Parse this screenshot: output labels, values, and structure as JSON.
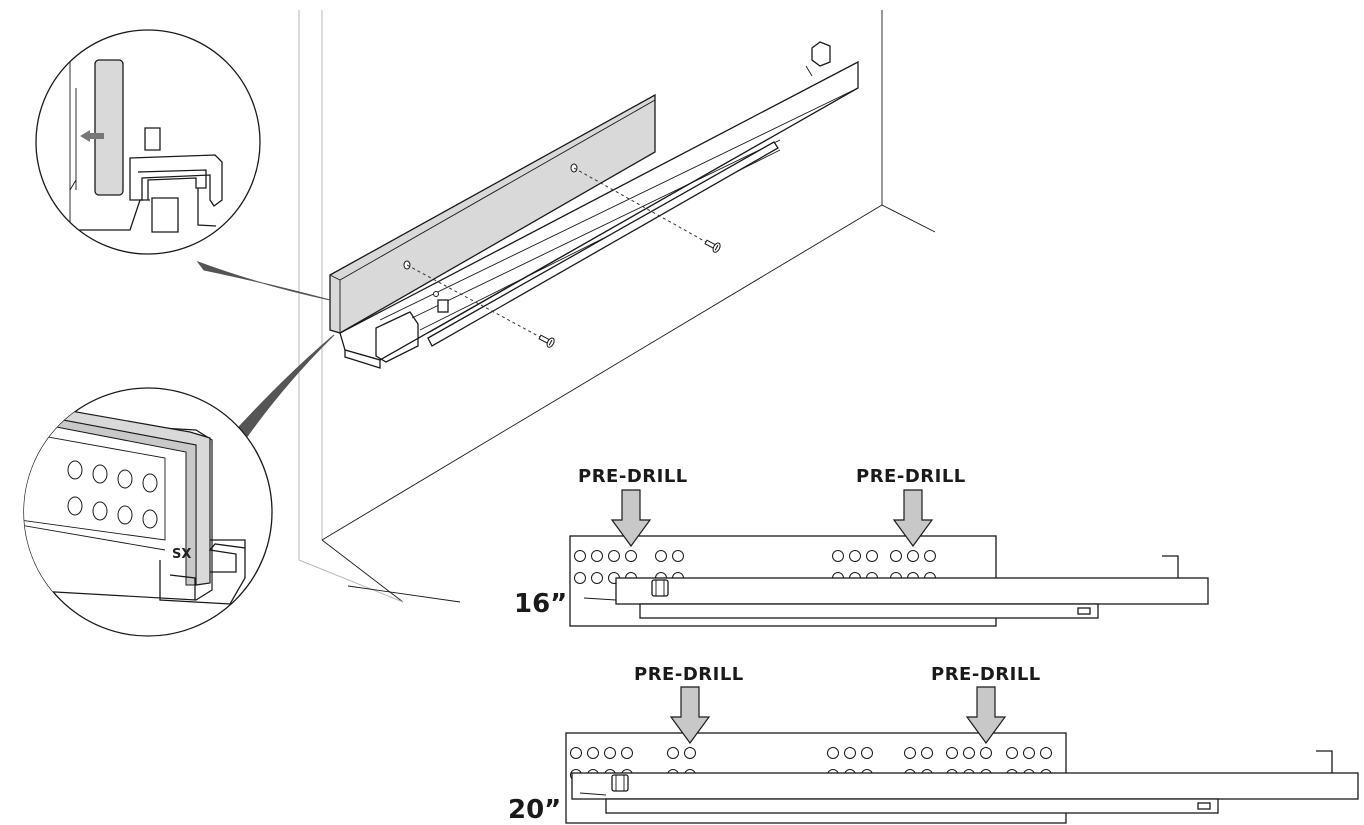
{
  "labels": {
    "pre_drill_16_left": "PRE-DRILL",
    "pre_drill_16_right": "PRE-DRILL",
    "pre_drill_20_left": "PRE-DRILL",
    "pre_drill_20_right": "PRE-DRILL",
    "size_16": "16”",
    "size_20": "20”",
    "slide_mark": "SX"
  },
  "colors": {
    "line": "#1a1a1a",
    "panel_grey": "#d9d9d9",
    "wall_grey": "#b8b8b8",
    "arrow_grey": "#c8c8c8",
    "callout_grey": "#555555"
  },
  "icons": {
    "pre_drill_arrow": "down-arrow-icon",
    "screw": "screw-icon"
  }
}
